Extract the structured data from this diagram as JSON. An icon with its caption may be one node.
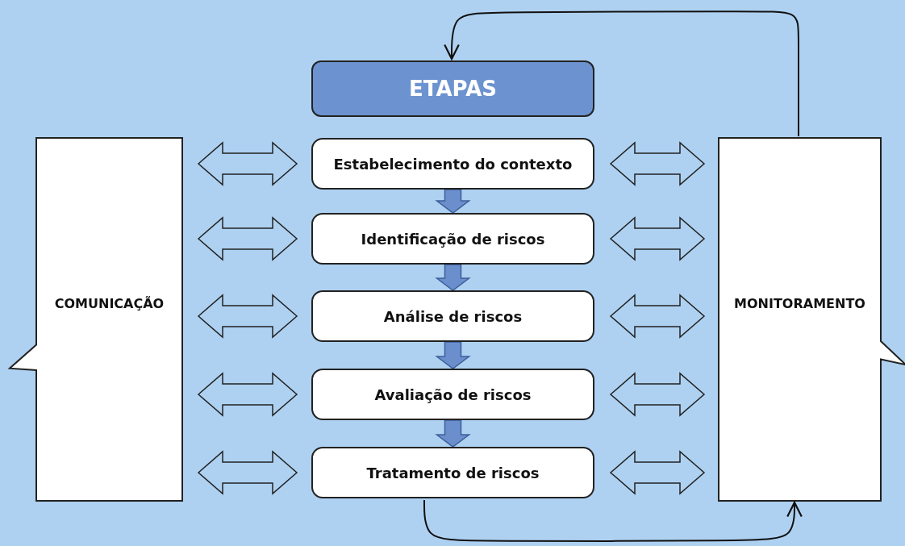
{
  "diagram": {
    "nodes": [
      {
        "text": [
          "ETAPAS"
        ]
      },
      {
        "text": [
          "Estabelecimento do contexto"
        ]
      },
      {
        "text": [
          "Identificação de riscos"
        ]
      },
      {
        "text": [
          "Análise de riscos"
        ]
      },
      {
        "text": [
          "Avaliação de riscos"
        ]
      },
      {
        "text": [
          "Tratamento de riscos"
        ]
      },
      {
        "text": [
          "COMUNICAÇÃO"
        ]
      },
      {
        "text": [
          "MONITORAMENTO"
        ]
      }
    ],
    "edges": [
      {
        "from": 1,
        "to": 2,
        "arrow": "to"
      },
      {
        "from": 2,
        "to": 3,
        "arrow": "to"
      },
      {
        "from": 3,
        "to": 4,
        "arrow": "to"
      },
      {
        "from": 4,
        "to": 5,
        "arrow": "to"
      },
      {
        "from": 6,
        "to": 1,
        "arrow": "both"
      },
      {
        "from": 6,
        "to": 2,
        "arrow": "both"
      },
      {
        "from": 6,
        "to": 3,
        "arrow": "both"
      },
      {
        "from": 6,
        "to": 4,
        "arrow": "both"
      },
      {
        "from": 6,
        "to": 5,
        "arrow": "both"
      },
      {
        "from": 1,
        "to": 7,
        "arrow": "both"
      },
      {
        "from": 2,
        "to": 7,
        "arrow": "both"
      },
      {
        "from": 3,
        "to": 7,
        "arrow": "both"
      },
      {
        "from": 4,
        "to": 7,
        "arrow": "both"
      },
      {
        "from": 5,
        "to": 7,
        "arrow": "both"
      },
      {
        "from": 5,
        "to": 7,
        "arrow": "to"
      },
      {
        "from": 7,
        "to": 0,
        "arrow": "to"
      }
    ]
  }
}
